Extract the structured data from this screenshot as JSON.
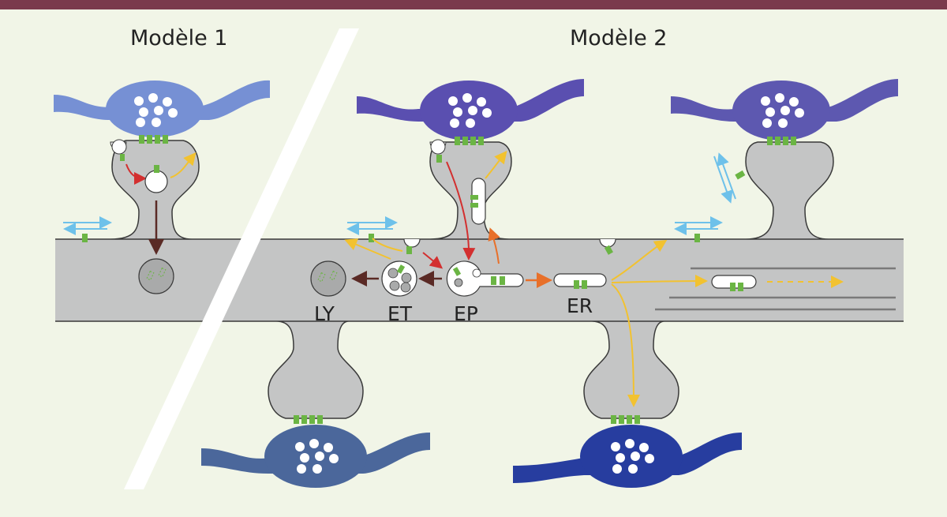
{
  "titles": {
    "model1": "Modèle 1",
    "model2": "Modèle 2"
  },
  "compartments": {
    "lysosome": "LY",
    "late_endosome": "ET",
    "early_endosome": "EP",
    "recycling_endosome": "ER"
  },
  "colors": {
    "background": "#f1f5e7",
    "top_bar": "#7a3a4c",
    "neuron_body": "#c4c5c5",
    "neuron_outline": "#3a3a3a",
    "receptor": "#6bb544",
    "lateral_diffusion": "#6ec1ea",
    "arrow_red": "#d32f2f",
    "arrow_yellow": "#f2c230",
    "arrow_orange": "#e8702a",
    "arrow_brown": "#5a2a25",
    "axon_model1": "#7690d4",
    "axon_model2_top_left": "#5a4fb0",
    "axon_model2_top_right": "#5d58b0",
    "axon_bottom_left": "#4b679b",
    "axon_bottom_right": "#273d9f"
  }
}
